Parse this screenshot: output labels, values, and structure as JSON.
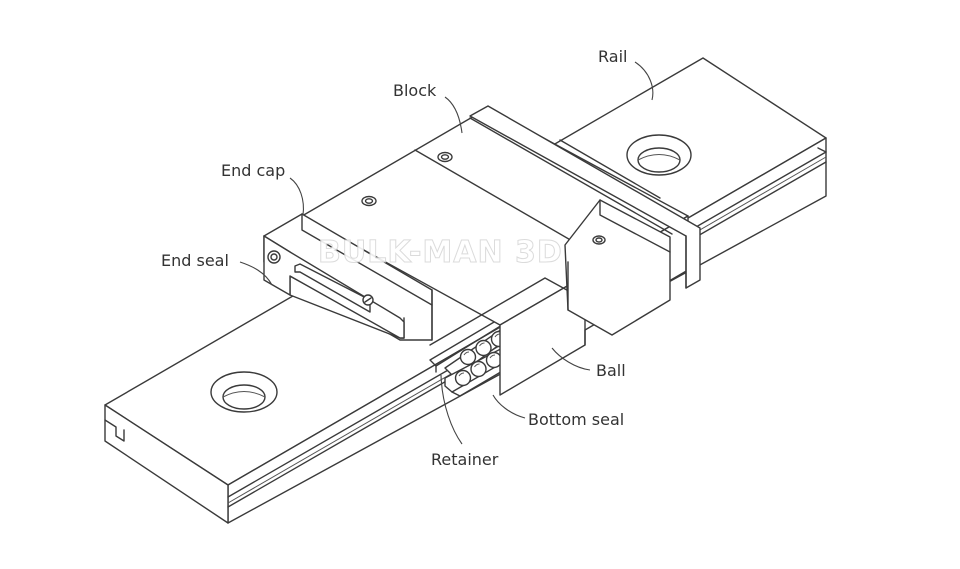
{
  "labels": {
    "rail": "Rail",
    "block": "Block",
    "end_cap": "End cap",
    "end_seal": "End seal",
    "ball": "Ball",
    "bottom_seal": "Bottom seal",
    "retainer": "Retainer"
  },
  "watermark": "BULK-MAN 3D",
  "colors": {
    "line": "#3a3a3a",
    "text": "#333333",
    "background": "#ffffff"
  }
}
